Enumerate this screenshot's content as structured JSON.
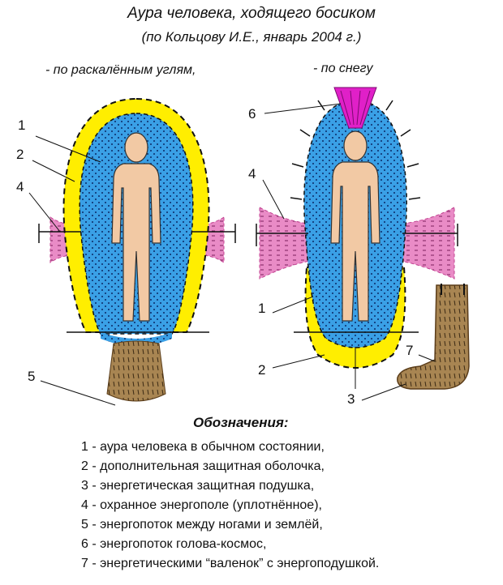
{
  "title": "Аура человека, ходящего босиком",
  "subtitle": "(по Кольцову И.Е., январь 2004 г.)",
  "left_caption": "- по раскалённым углям,",
  "right_caption": "- по снегу",
  "callouts": {
    "left": [
      "1",
      "2",
      "4",
      "5"
    ],
    "right": [
      "6",
      "4",
      "1",
      "2",
      "3",
      "7"
    ]
  },
  "legend_title": "Обозначения:",
  "legend": [
    "1 - аура человека в обычном состоянии,",
    "2 - дополнительная защитная оболочка,",
    "3 - энергетическая защитная подушка,",
    "4 - охранное энергополе (уплотнённое),",
    "5 - энергопоток между ногами и землёй,",
    "6 - энергопоток голова-космос,",
    "7 - энергетическими “валенок” с энергоподушкой."
  ],
  "colors": {
    "aura_blue": "#3aa0e6",
    "shell_yellow": "#ffee00",
    "field_pink": "#e98bc6",
    "cosmos_magenta": "#e020c8",
    "ground_brown": "#a88552",
    "body_skin": "#f2c9a4"
  }
}
